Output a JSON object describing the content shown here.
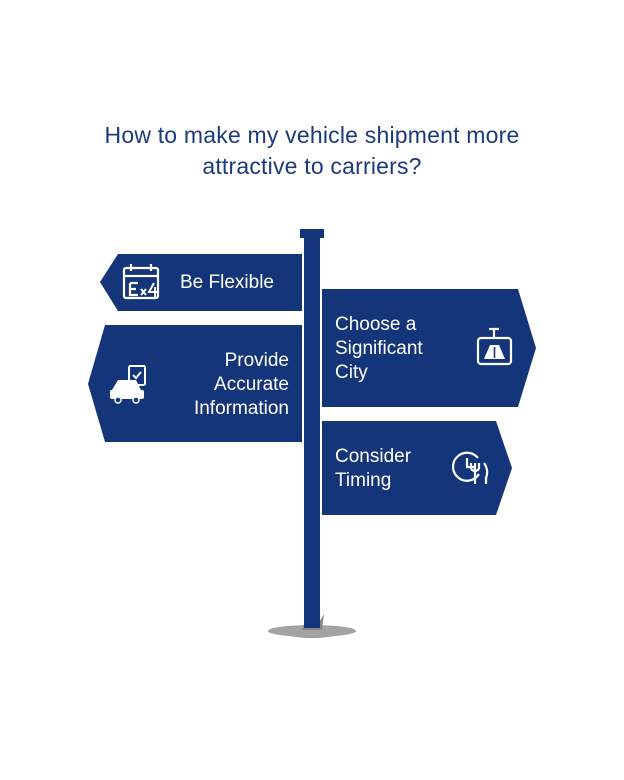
{
  "title": {
    "line1": "How to make my vehicle shipment more",
    "line2": "attractive to carriers?"
  },
  "colors": {
    "sign_blue": "#15357a",
    "title_blue": "#1d3a7a",
    "ground_gray": "#9a9a9a"
  },
  "signs": {
    "be_flexible": {
      "lines": [
        "Be Flexible"
      ],
      "icon": "calendar-x4-icon"
    },
    "provide_info": {
      "lines": [
        "Provide",
        "Accurate",
        "Information"
      ],
      "icon": "car-checklist-icon"
    },
    "choose_city": {
      "lines": [
        "Choose a",
        "Significant",
        "City"
      ],
      "icon": "road-sign-icon"
    },
    "consider_timing": {
      "lines": [
        "Consider",
        "Timing"
      ],
      "icon": "clock-dining-icon"
    }
  }
}
